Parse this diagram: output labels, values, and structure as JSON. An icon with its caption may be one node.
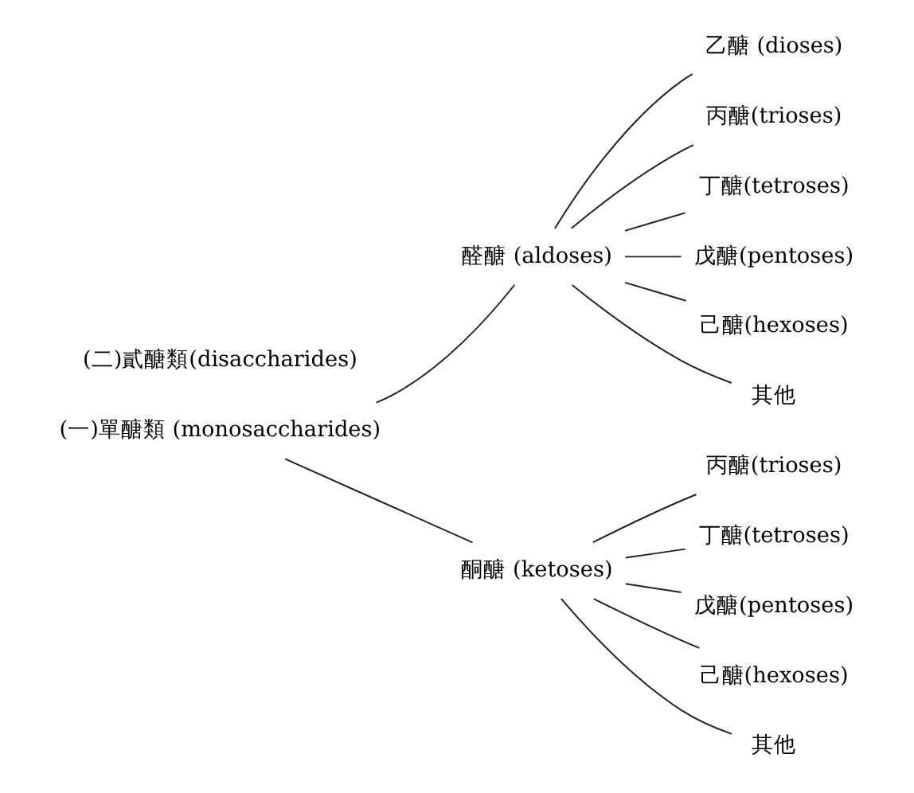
{
  "diagram": {
    "nodes": [
      {
        "text": [
          "(一)單醣類 (monosaccharides)"
        ]
      },
      {
        "text": [
          "醛醣 (aldoses)"
        ]
      },
      {
        "text": [
          "乙醣 (dioses)"
        ]
      },
      {
        "text": [
          "丙醣(trioses)"
        ]
      },
      {
        "text": [
          "丁醣(tetroses)"
        ]
      },
      {
        "text": [
          "戊醣(pentoses)"
        ]
      },
      {
        "text": [
          "己醣(hexoses)"
        ]
      },
      {
        "text": [
          "其他"
        ]
      },
      {
        "text": [
          "酮醣 (ketoses)"
        ]
      },
      {
        "text": [
          "丙醣(trioses)"
        ]
      },
      {
        "text": [
          "丁醣(tetroses)"
        ]
      },
      {
        "text": [
          "戊醣(pentoses)"
        ]
      },
      {
        "text": [
          "己醣(hexoses)"
        ]
      },
      {
        "text": [
          "其他"
        ]
      },
      {
        "text": [
          "(二)貳醣類(disaccharides)"
        ]
      }
    ],
    "edges": [
      {
        "from": 0,
        "to": 1,
        "arrow": "none"
      },
      {
        "from": 0,
        "to": 8,
        "arrow": "none"
      },
      {
        "from": 1,
        "to": 2,
        "arrow": "none"
      },
      {
        "from": 1,
        "to": 3,
        "arrow": "none"
      },
      {
        "from": 1,
        "to": 4,
        "arrow": "none"
      },
      {
        "from": 1,
        "to": 5,
        "arrow": "none"
      },
      {
        "from": 1,
        "to": 6,
        "arrow": "none"
      },
      {
        "from": 1,
        "to": 7,
        "arrow": "none"
      },
      {
        "from": 8,
        "to": 9,
        "arrow": "none"
      },
      {
        "from": 8,
        "to": 10,
        "arrow": "none"
      },
      {
        "from": 8,
        "to": 11,
        "arrow": "none"
      },
      {
        "from": 8,
        "to": 12,
        "arrow": "none"
      },
      {
        "from": 8,
        "to": 13,
        "arrow": "none"
      }
    ]
  }
}
